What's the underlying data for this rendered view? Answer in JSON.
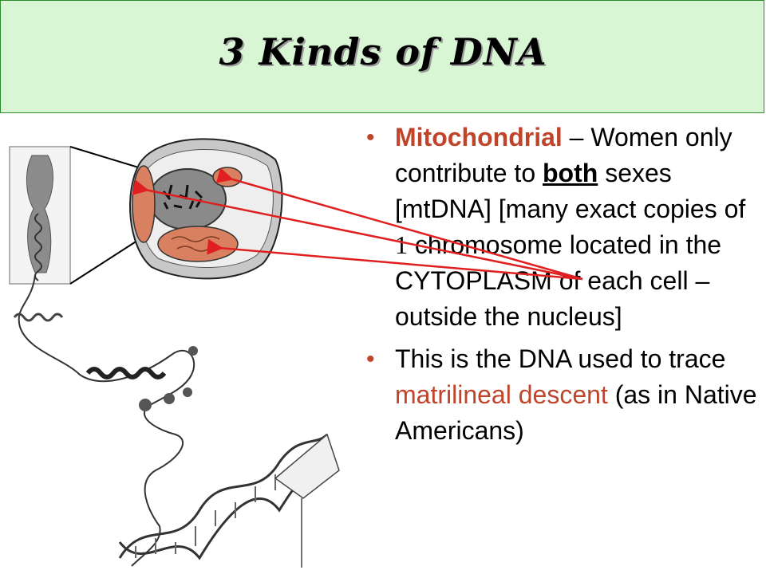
{
  "title": "3 Kinds of DNA",
  "bullets": [
    {
      "dot": "•",
      "term": "Mitochondrial",
      "t1": " – Women only contribute to ",
      "emph": "both",
      "t2": " sexes [mtDNA] [many exact copies of ",
      "num": "1",
      "t3": " chromosome located in the CYTOPLASM of each cell – outside the nucleus]"
    },
    {
      "dot": "•",
      "t1": "This is the DNA used to trace ",
      "accent": "matrilineal descent",
      "t2": " (as in Native Americans)"
    }
  ],
  "colors": {
    "accent": "#c0442a",
    "title_bg": "#d8f5d4",
    "arrow": "#e02020",
    "mito": "#d98060"
  }
}
